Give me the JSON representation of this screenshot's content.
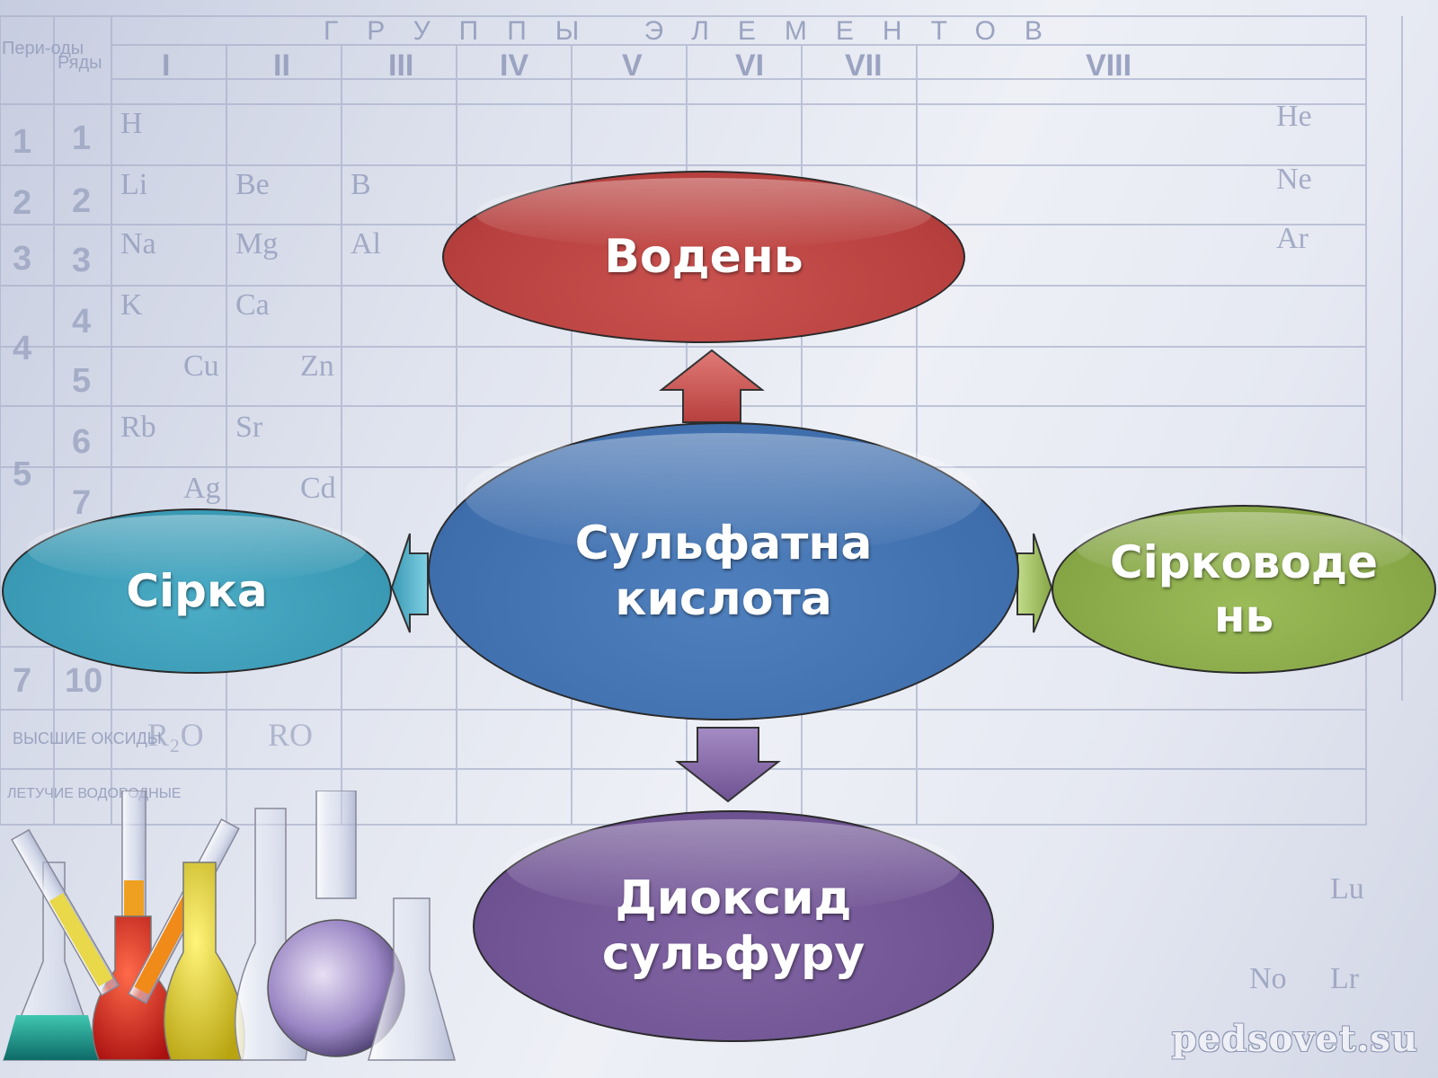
{
  "slide": {
    "background_header": "ГРУППЫ ЭЛЕМЕНТОВ",
    "background_columns": [
      "I",
      "II",
      "III",
      "IV",
      "V",
      "VI",
      "VII",
      "VIII"
    ],
    "background_symbols": [
      "H",
      "Li",
      "Be",
      "B",
      "Na",
      "Mg",
      "Al",
      "K",
      "Ca",
      "Cu",
      "Zn",
      "Rb",
      "Sr",
      "Ag",
      "Cd",
      "He",
      "Ne",
      "Ar",
      "Lu",
      "Lr",
      "No"
    ],
    "background_left_labels": [
      "Пери-оды",
      "Ряды",
      "ВЫСШИЕ ОКСИДЫ",
      "ЛЕТУЧИЕ ВОДОРОДНЫЕ"
    ],
    "colors": {
      "red": "#c0504d",
      "blue": "#4f81bd",
      "teal": "#4bacc6",
      "green": "#9bbb59",
      "purple": "#8064a2"
    }
  },
  "diagram": {
    "center": {
      "label": "Сульфатна кислота",
      "color": "#4f81bd"
    },
    "nodes": {
      "top": {
        "label": "Водень",
        "color": "#c0504d"
      },
      "left": {
        "label": "Сірка",
        "color": "#4bacc6"
      },
      "right": {
        "label": "Сірководе нь",
        "color": "#9bbb59"
      },
      "bottom": {
        "label": "Диоксид сульфуру",
        "color": "#8064a2"
      }
    }
  },
  "watermark": "pedsovet.su"
}
